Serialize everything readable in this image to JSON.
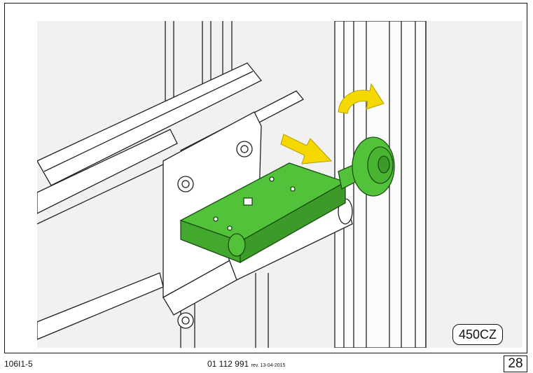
{
  "badge": {
    "model": "450CZ"
  },
  "footer": {
    "left_code": "106I1-5",
    "doc_number": "01 112 991",
    "revision": "rev. 13-04-2015",
    "page_number": "28"
  },
  "colors": {
    "part_highlight": "#52c23a",
    "arrow": "#f5d800",
    "line_art": "#222222",
    "background_panel": "#f1f1f1"
  },
  "icons": {
    "push_arrow": "arrow-right-icon",
    "rotate_arrow": "curved-arrow-icon"
  }
}
